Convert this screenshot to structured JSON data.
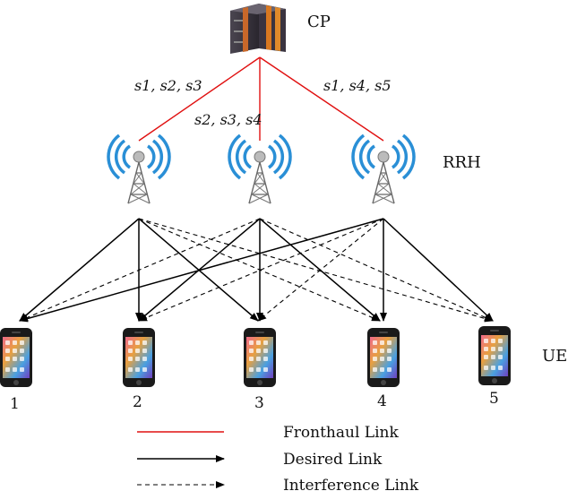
{
  "cp": {
    "label": "CP"
  },
  "rrh": {
    "label": "RRH",
    "fronthaul_labels": [
      "s1, s2, s3",
      "s2, s3, s4",
      "s1, s4, s5"
    ]
  },
  "ue": {
    "label": "UE",
    "numbers": [
      "1",
      "2",
      "3",
      "4",
      "5"
    ]
  },
  "legend": {
    "fronthaul": "Fronthaul Link",
    "desired": "Desired Link",
    "interference": "Interference Link"
  },
  "colors": {
    "fronthaul": "#e01010",
    "antenna_wave": "#2a8fd6"
  }
}
